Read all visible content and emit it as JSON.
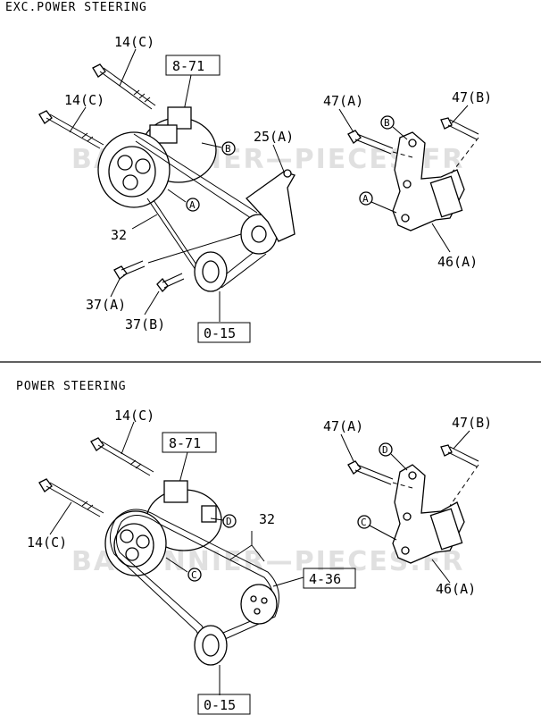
{
  "sections": [
    {
      "title": "EXC.POWER STEERING",
      "labels": {
        "bolt_upper": "14(C)",
        "bolt_lower": "14(C)",
        "ref_top": "8-71",
        "bracket_tensioner": "25(A)",
        "belt": "32",
        "bolt_a": "37(A)",
        "bolt_b": "37(B)",
        "ref_bottom": "0-15",
        "stud_a": "47(A)",
        "stud_b": "47(B)",
        "bracket": "46(A)"
      },
      "callouts": {
        "a": "A",
        "b": "B"
      },
      "watermark": "BARONNIER—PIECES.FR"
    },
    {
      "title": "POWER STEERING",
      "labels": {
        "bolt_upper": "14(C)",
        "bolt_lower": "14(C)",
        "ref_top": "8-71",
        "belt": "32",
        "ref_mid": "4-36",
        "ref_bottom": "0-15",
        "stud_a": "47(A)",
        "stud_b": "47(B)",
        "bracket": "46(A)"
      },
      "callouts": {
        "c": "C",
        "d": "D"
      },
      "watermark": "BARONNIER—PIECES.FR"
    }
  ]
}
